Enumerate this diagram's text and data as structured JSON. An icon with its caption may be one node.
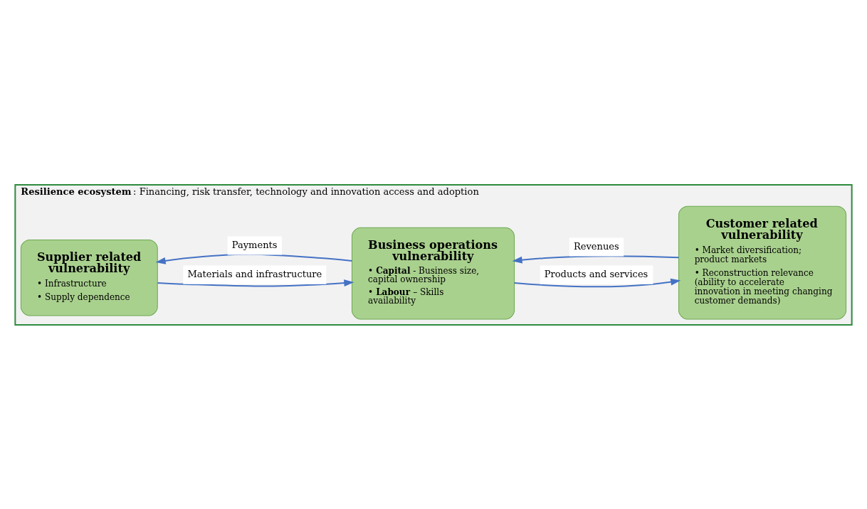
{
  "diagram": {
    "nodes": [
      {
        "text": [
          "**Resilience ecosystem**: Financing, risk transfer, technology and innovation access and adoption"
        ]
      },
      {
        "text": [
          "Supplier related vulnerability",
          "• Infrastructure",
          "• Supply dependence"
        ],
        "in": 0
      },
      {
        "text": [
          "Business operations vulnerability",
          "• **Capital** - Business size, capital ownership",
          "• **Labour** – Skills availability"
        ],
        "in": 0
      },
      {
        "text": [
          "Customer related vulnerability",
          "• Market diversification; product markets",
          "• Reconstruction relevance (ability to accelerate innovation in meeting changing customer demands)"
        ],
        "in": 0
      }
    ],
    "edges": [
      {
        "from": 2,
        "to": 1,
        "arrow": "to",
        "label": "Payments"
      },
      {
        "from": 3,
        "to": 2,
        "arrow": "to",
        "label": "Revenues"
      },
      {
        "from": 1,
        "to": 2,
        "arrow": "to",
        "label": "Materials and infrastructure"
      },
      {
        "from": 2,
        "to": 3,
        "arrow": "to",
        "label": "Products and services"
      }
    ]
  }
}
